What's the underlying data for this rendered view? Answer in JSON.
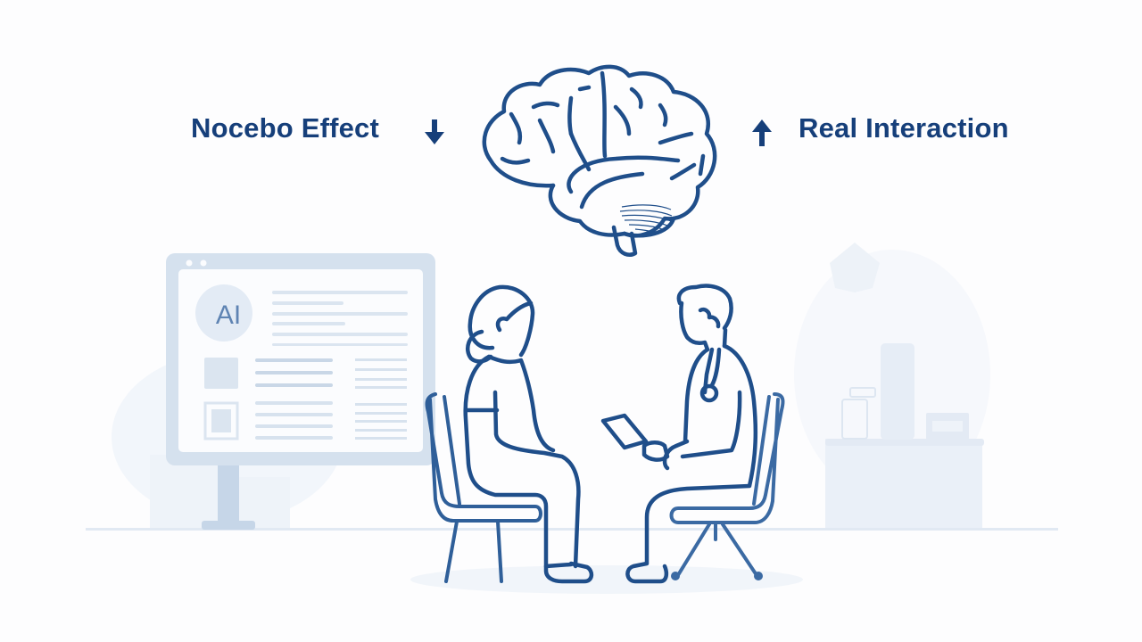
{
  "labels": {
    "left": {
      "text": "Nocebo Effect",
      "arrow": "arrow-down-icon"
    },
    "right": {
      "text": "Real Interaction",
      "arrow": "arrow-up-icon"
    }
  },
  "monitor": {
    "badge_text": "AI"
  },
  "colors": {
    "primary": "#1c4a85",
    "label": "#163f7a",
    "light_blue": "#c4d5e8",
    "background": "#fdfdfe",
    "faint": "#eef3f9"
  },
  "scene": {
    "figures": [
      "patient-seated",
      "doctor-seated-with-clipboard"
    ],
    "center_icon": "brain-icon"
  }
}
